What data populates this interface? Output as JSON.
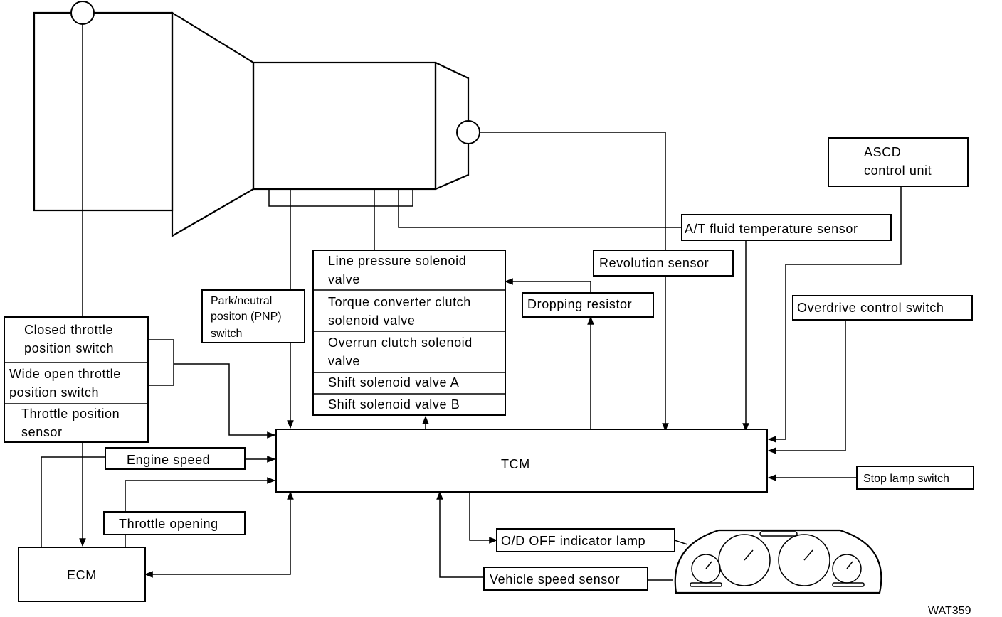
{
  "components": {
    "ascd": {
      "line1": "ASCD",
      "line2": "control unit"
    },
    "fluid_temp_sensor": "A/T fluid temperature sensor",
    "revolution_sensor": "Revolution sensor",
    "dropping_resistor": "Dropping resistor",
    "overdrive_switch": "Overdrive control switch",
    "stop_lamp_switch": "Stop lamp switch",
    "tcm": "TCM",
    "ecm": "ECM",
    "engine_speed": "Engine speed",
    "throttle_opening": "Throttle opening",
    "od_off_lamp": "O/D OFF indicator lamp",
    "vehicle_speed_sensor": "Vehicle speed sensor",
    "pnp_switch": {
      "line1": "Park/neutral",
      "line2": "positon (PNP)",
      "line3": "switch"
    }
  },
  "solenoids": [
    {
      "line1": "Line pressure solenoid",
      "line2": "valve"
    },
    {
      "line1": "Torque converter clutch",
      "line2": "solenoid valve"
    },
    {
      "line1": "Overrun clutch solenoid",
      "line2": "valve"
    },
    {
      "line1": "Shift solenoid valve A",
      "line2": ""
    },
    {
      "line1": "Shift solenoid valve B",
      "line2": ""
    }
  ],
  "throttle_sensors": [
    {
      "line1": "Closed throttle",
      "line2": "position switch"
    },
    {
      "line1": "Wide open throttle",
      "line2": "position switch"
    },
    {
      "line1": "Throttle position",
      "line2": "sensor"
    }
  ],
  "figure_code": "WAT359"
}
